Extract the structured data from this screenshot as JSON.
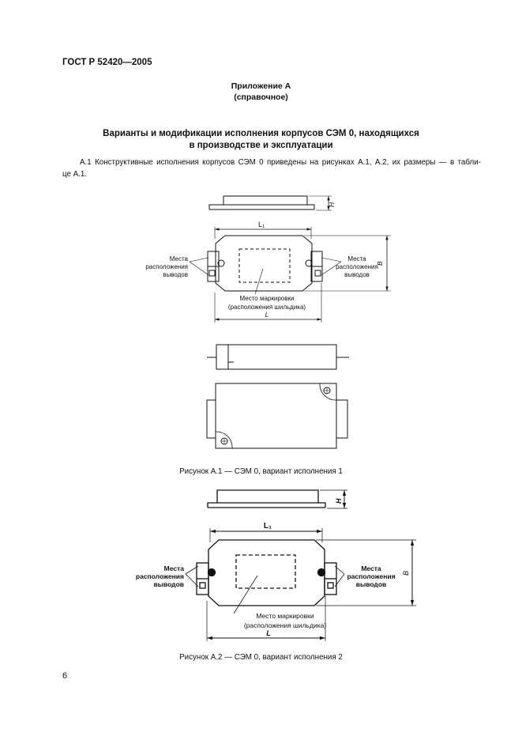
{
  "header": {
    "standard": "ГОСТ Р 52420—2005"
  },
  "appendix": {
    "title": "Приложение А",
    "status": "(справочное)"
  },
  "section": {
    "title_line1": "Варианты и модификации исполнения корпусов СЭМ 0, находящихся",
    "title_line2": "в производстве и эксплуатации"
  },
  "paragraph": {
    "line1": "А.1 Конструктивные исполнения корпусов СЭМ 0 приведены на рисунках А.1, А.2, их размеры — в табли-",
    "line2": "це А.1."
  },
  "figure1": {
    "caption": "Рисунок А.1 — СЭМ 0, вариант исполнения 1",
    "labels": {
      "height": "H",
      "l1": "L₁",
      "width": "B",
      "length": "L",
      "terminals_left": [
        "Места",
        "расположения",
        "выводов"
      ],
      "terminals_right": [
        "Места",
        "расположения",
        "выводов"
      ],
      "marking": [
        "Место маркировки",
        "(расположения шильдика)"
      ]
    }
  },
  "figure2": {
    "caption": "Рисунок А.2 — СЭМ 0, вариант исполнения 2",
    "labels": {
      "height": "H",
      "l1": "L₁",
      "width": "B",
      "length": "L",
      "terminals_left": [
        "Места",
        "расположения",
        "выводов"
      ],
      "terminals_right": [
        "Места",
        "расположения",
        "выводов"
      ],
      "marking": [
        "Место маркировки",
        "(расположения шильдика)"
      ]
    }
  },
  "footer": {
    "page_number": "6"
  }
}
